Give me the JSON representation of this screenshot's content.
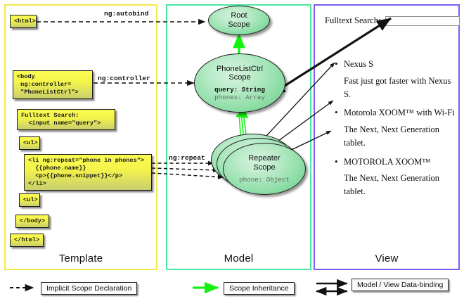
{
  "panels": {
    "template": {
      "label": "Template",
      "border_color": "#f2e94b",
      "boxes": [
        {
          "name": "html-open",
          "code": "<html>"
        },
        {
          "name": "body-open",
          "code": "<body\n ng:controller=\n \"PhoneListCtrl\">"
        },
        {
          "name": "search",
          "code": "Fulltext Search:\n  <input name=\"query\">"
        },
        {
          "name": "ul-open",
          "code": "<ul>"
        },
        {
          "name": "li-repeat",
          "code": "<li ng:repeat=\"phone in phones\">\n  {{phone.name}}\n  <p>{{phone.snippet}}</p>\n</li>"
        },
        {
          "name": "ul-close",
          "code": "<ul>"
        },
        {
          "name": "body-close",
          "code": "</body>"
        },
        {
          "name": "html-close",
          "code": "</html>"
        }
      ]
    },
    "model": {
      "label": "Model",
      "border_color": "#49e8a0",
      "scopes": [
        {
          "name": "root-scope",
          "title": "Root\nScope",
          "properties": []
        },
        {
          "name": "phonelistctrl-scope",
          "title": "PhoneListCtrl\nScope",
          "properties": [
            {
              "text": "query: String",
              "style": "bold"
            },
            {
              "text": "phones: Array",
              "style": "dim"
            }
          ]
        },
        {
          "name": "repeater-scope",
          "title": "Repeater\nScope",
          "properties": [
            {
              "text": "phone: Object",
              "style": "dim"
            }
          ]
        }
      ]
    },
    "view": {
      "label": "View",
      "border_color": "#7b5cf0",
      "search_label": "Fulltext Search:",
      "search_value": "",
      "search_placeholder": "",
      "phones": [
        {
          "name": "Nexus S",
          "snippet": "Fast just got faster with Nexus S."
        },
        {
          "name": "Motorola XOOM™  with Wi-Fi",
          "snippet": "The Next, Next Generation tablet."
        },
        {
          "name": "MOTOROLA XOOM™",
          "snippet": "The Next, Next Generation tablet."
        }
      ]
    }
  },
  "edge_labels": [
    {
      "name": "ng-autobind",
      "text": "ng:autobind"
    },
    {
      "name": "ng-controller",
      "text": "ng:controller"
    },
    {
      "name": "ng-repeat",
      "text": "ng:repeat"
    }
  ],
  "legend": [
    {
      "name": "implicit-scope-declaration",
      "label": "Implicit Scope Declaration",
      "arrow": "dashed-black"
    },
    {
      "name": "scope-inheritance",
      "label": "Scope Inheritance",
      "arrow": "solid-green",
      "color": "#12f312"
    },
    {
      "name": "model-view-data-binding",
      "label": "Model / View Data-binding",
      "arrow": "double-black"
    }
  ]
}
